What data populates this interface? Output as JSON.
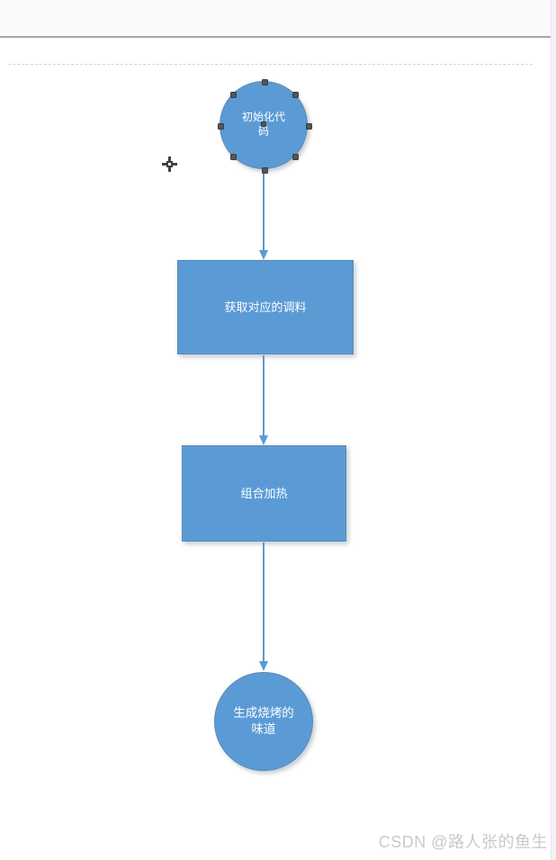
{
  "colors": {
    "shape_fill": "#5b9bd5",
    "connector": "#5b9bd5",
    "selection_handle": "#565656",
    "watermark_text": "#c9c9c9"
  },
  "diagram": {
    "nodes": [
      {
        "id": "start",
        "type": "circle",
        "label": "初始化代码",
        "lines": [
          "初始化代",
          "码"
        ],
        "selected": true
      },
      {
        "id": "step1",
        "type": "rectangle",
        "label": "获取对应的调料"
      },
      {
        "id": "step2",
        "type": "rectangle",
        "label": "组合加热"
      },
      {
        "id": "end",
        "type": "circle",
        "label": "生成烧烤的味道",
        "lines": [
          "生成烧烤的",
          "味道"
        ]
      }
    ],
    "connectors": [
      {
        "from": "start",
        "to": "step1",
        "arrow": "down"
      },
      {
        "from": "step1",
        "to": "step2",
        "arrow": "down"
      },
      {
        "from": "step2",
        "to": "end",
        "arrow": "down"
      }
    ]
  },
  "watermark": {
    "text": "CSDN @路人张的鱼生"
  }
}
